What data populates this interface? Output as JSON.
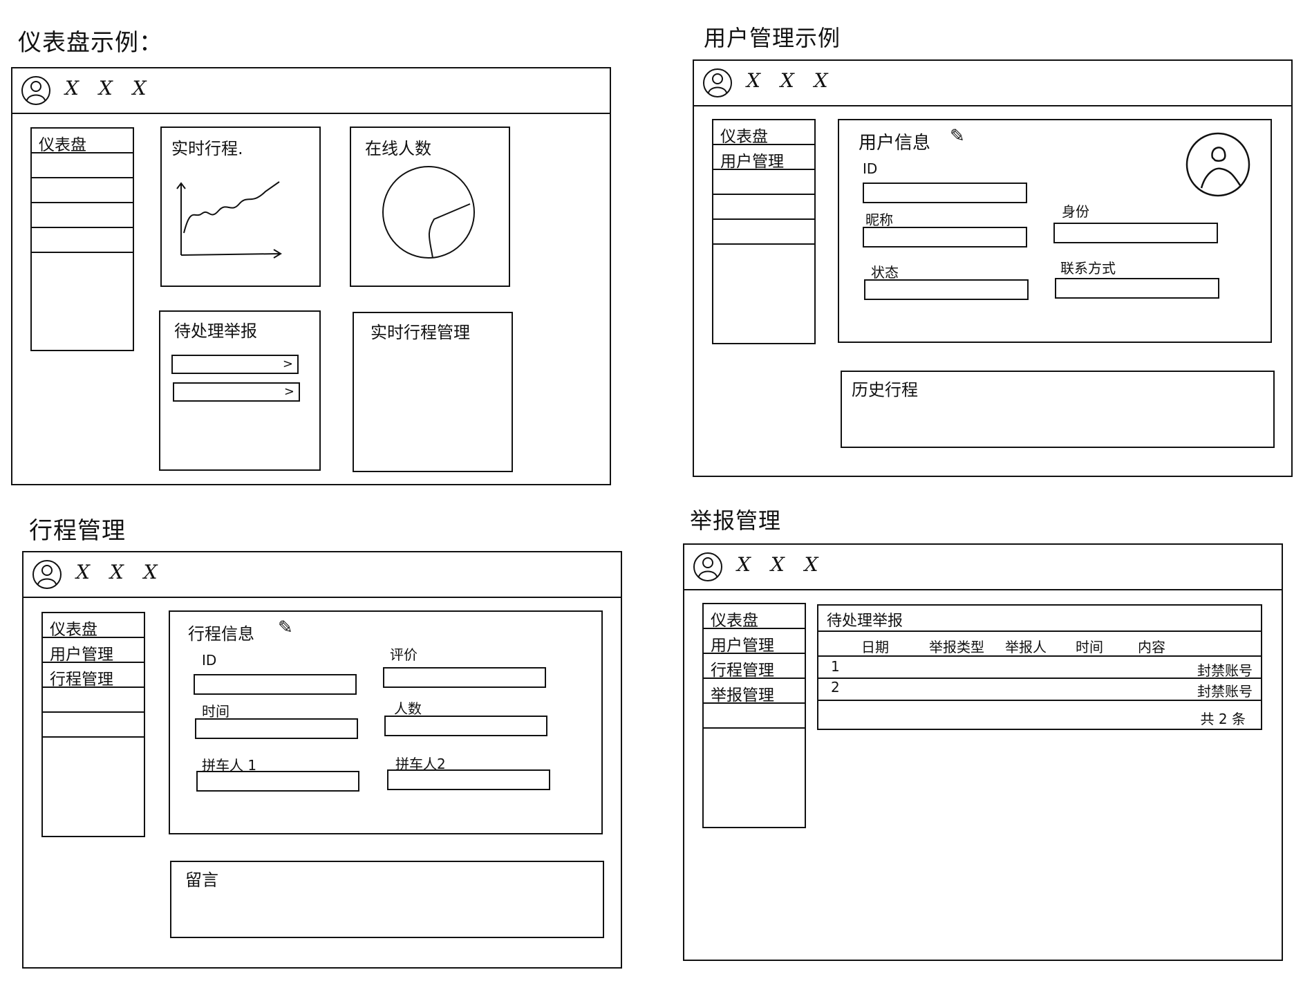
{
  "wireframes": {
    "dashboard": {
      "caption": "仪表盘示例：",
      "header_user": "X X X",
      "sidebar": [
        "仪表盘",
        "",
        "",
        "",
        ""
      ],
      "cards": {
        "realtime_trip": "实时行程.",
        "online_count": "在线人数",
        "pending_reports": "待处理举报",
        "realtime_trip_mgmt": "实时行程管理"
      },
      "pending_items": [
        ">",
        ">"
      ]
    },
    "user_management": {
      "caption": "用户管理示例",
      "header_user": "X X X",
      "sidebar": [
        "仪表盘",
        "用户管理",
        "",
        "",
        ""
      ],
      "info_title": "用户信息",
      "fields": {
        "id": "ID",
        "nickname": "昵称",
        "identity": "身份",
        "status": "状态",
        "contact": "联系方式"
      },
      "history_title": "历史行程"
    },
    "trip_management": {
      "caption": "行程管理",
      "header_user": "X X X",
      "sidebar": [
        "仪表盘",
        "用户管理",
        "行程管理",
        "",
        ""
      ],
      "info_title": "行程信息",
      "fields": {
        "id": "ID",
        "rating": "评价",
        "time": "时间",
        "people": "人数",
        "passenger1": "拼车人 1",
        "passenger2": "拼车人2"
      },
      "message_title": "留言"
    },
    "report_management": {
      "caption": "举报管理",
      "header_user": "X X X",
      "sidebar": [
        "仪表盘",
        "用户管理",
        "行程管理",
        "举报管理",
        ""
      ],
      "table_title": "待处理举报",
      "columns": [
        "日期",
        "举报类型",
        "举报人",
        "时间",
        "内容"
      ],
      "rows": [
        {
          "index": "1",
          "action": "封禁账号"
        },
        {
          "index": "2",
          "action": "封禁账号"
        }
      ],
      "footer": "共 2 条"
    }
  },
  "icons": {
    "avatar": "user-circle-icon",
    "edit": "pencil-icon",
    "chart": "line-chart-icon",
    "pie": "pie-chart-icon"
  }
}
